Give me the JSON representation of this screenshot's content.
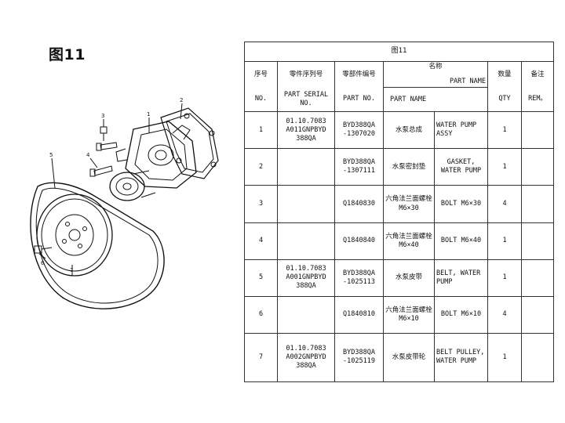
{
  "figure_label": "图11",
  "table": {
    "caption": "图11",
    "headers_cn": {
      "no": "序号",
      "serial": "零件序列号",
      "part_no": "零部件编号",
      "name": "名称",
      "qty": "数量",
      "remark": "备注"
    },
    "headers_en": {
      "part_name_top": "PART NAME",
      "no": "NO.",
      "serial": "PART SERIAL NO.",
      "part_no": "PART NO.",
      "part_name": "PART NAME",
      "qty": "QTY",
      "remark": "REM。"
    },
    "rows": [
      {
        "no": "1",
        "serial": "01.10.7083 A011GNPBYD 388QA",
        "part_no": "BYD388QA -1307020",
        "name_cn": "水泵总成",
        "name_en": "WATER PUMP ASSY",
        "qty": "1",
        "remark": ""
      },
      {
        "no": "2",
        "serial": "",
        "part_no": "BYD388QA -1307111",
        "name_cn": "水泵密封垫",
        "name_en": "GASKET, WATER PUMP",
        "qty": "1",
        "remark": ""
      },
      {
        "no": "3",
        "serial": "",
        "part_no": "Q1840830",
        "name_cn": "六角法兰面螺栓M6×30",
        "name_en": "BOLT M6×30",
        "qty": "4",
        "remark": ""
      },
      {
        "no": "4",
        "serial": "",
        "part_no": "Q1840840",
        "name_cn": "六角法兰面螺栓M6×40",
        "name_en": "BOLT M6×40",
        "qty": "1",
        "remark": ""
      },
      {
        "no": "5",
        "serial": "01.10.7083 A001GNPBYD 388QA",
        "part_no": "BYD388QA -1025113",
        "name_cn": "水泵皮带",
        "name_en": "BELT, WATER PUMP",
        "qty": "1",
        "remark": ""
      },
      {
        "no": "6",
        "serial": "",
        "part_no": "Q1840810",
        "name_cn": "六角法兰面螺栓 M6×10",
        "name_en": "BOLT M6×10",
        "qty": "4",
        "remark": ""
      },
      {
        "no": "7",
        "serial": "01.10.7083 A002GNPBYD 388QA",
        "part_no": "BYD388QA -1025119",
        "name_cn": "水泵皮带轮",
        "name_en": "BELT PULLEY, WATER PUMP",
        "qty": "1",
        "remark": ""
      }
    ]
  },
  "callouts": [
    "1",
    "2",
    "3",
    "4",
    "5",
    "6",
    "7"
  ]
}
